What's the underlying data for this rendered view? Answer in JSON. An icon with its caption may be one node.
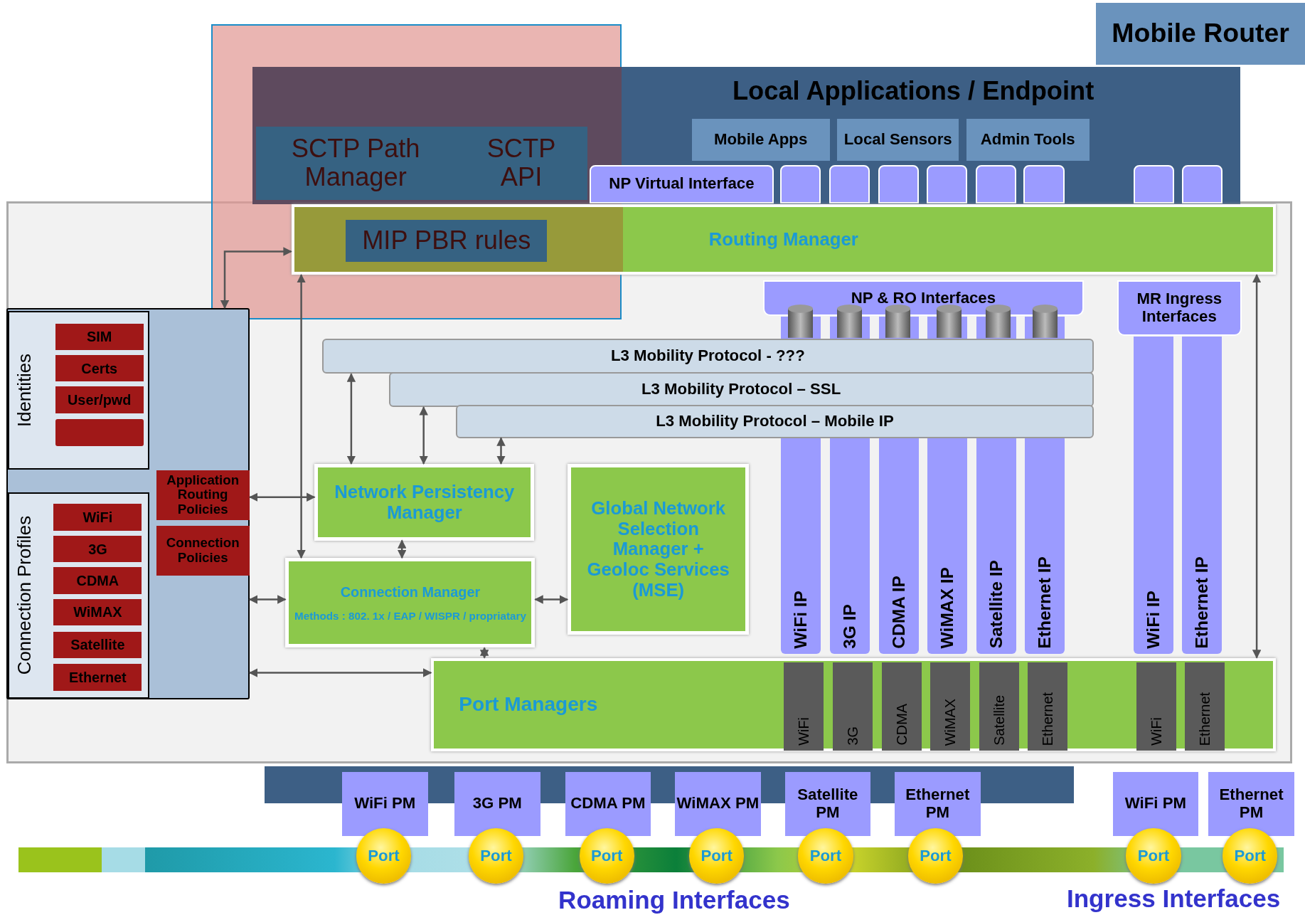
{
  "diagram": {
    "nodes": [
      {
        "text": [
          "Mobile Router"
        ]
      },
      {
        "text": [
          "Local Applications / Endpoint"
        ]
      },
      {
        "text": [
          "Mobile Apps"
        ],
        "in": 1
      },
      {
        "text": [
          "Local Sensors"
        ],
        "in": 1
      },
      {
        "text": [
          "Admin Tools"
        ],
        "in": 1
      },
      {
        "text": [
          "SCTP Path Manager",
          "SCTP API"
        ],
        "in": 1
      },
      {
        "text": [
          "NP Virtual Interface"
        ],
        "in": 1
      },
      {
        "text": [],
        "shape": "box",
        "in": 1
      },
      {
        "text": [],
        "shape": "box",
        "in": 1
      },
      {
        "text": [],
        "shape": "box",
        "in": 1
      },
      {
        "text": [],
        "shape": "box",
        "in": 1
      },
      {
        "text": [],
        "shape": "box",
        "in": 1
      },
      {
        "text": [],
        "shape": "box",
        "in": 1
      },
      {
        "text": [],
        "shape": "box",
        "in": 1
      },
      {
        "text": [],
        "shape": "box",
        "in": 1
      },
      {
        "text": [
          "Routing Manager"
        ]
      },
      {
        "text": [
          "MIP PBR rules"
        ],
        "in": 15
      },
      {
        "text": [
          "NP & RO Interfaces"
        ]
      },
      {
        "text": [
          "MR Ingress Interfaces"
        ]
      },
      {
        "text": [
          "L3 Mobility Protocol  - ???"
        ]
      },
      {
        "text": [
          "L3 Mobility Protocol – SSL"
        ]
      },
      {
        "text": [
          "L3 Mobility Protocol – Mobile IP"
        ]
      },
      {
        "text": [
          "WiFi IP"
        ]
      },
      {
        "text": [
          "3G IP"
        ]
      },
      {
        "text": [
          "CDMA IP"
        ]
      },
      {
        "text": [
          "WiMAX IP"
        ]
      },
      {
        "text": [
          "Satellite IP"
        ]
      },
      {
        "text": [
          "Ethernet IP"
        ]
      },
      {
        "text": [
          "WiFi IP"
        ]
      },
      {
        "text": [
          "Ethernet IP"
        ]
      },
      {
        "text": [
          "Network Persistency Manager"
        ]
      },
      {
        "text": [
          "Global Network Selection Manager + Geoloc Services (MSE)"
        ]
      },
      {
        "text": [
          "Connection Manager",
          "Methods : 802. 1x / EAP / WISPR / propriatary"
        ]
      },
      {
        "text": [
          "Port Managers"
        ]
      },
      {
        "text": [
          "WiFi"
        ],
        "in": 33
      },
      {
        "text": [
          "3G"
        ],
        "in": 33
      },
      {
        "text": [
          "CDMA"
        ],
        "in": 33
      },
      {
        "text": [
          "WiMAX"
        ],
        "in": 33
      },
      {
        "text": [
          "Satellite"
        ],
        "in": 33
      },
      {
        "text": [
          "Ethernet"
        ],
        "in": 33
      },
      {
        "text": [
          "WiFi"
        ],
        "in": 33
      },
      {
        "text": [
          "Ethernet"
        ],
        "in": 33
      },
      {
        "text": [],
        "shape": "box"
      },
      {
        "text": [
          "Identities"
        ],
        "in": 42
      },
      {
        "text": [
          "SIM"
        ],
        "in": 43
      },
      {
        "text": [
          "Certs"
        ],
        "in": 43
      },
      {
        "text": [
          "User/pwd"
        ],
        "in": 43
      },
      {
        "text": [],
        "shape": "box",
        "in": 43
      },
      {
        "text": [
          "Connection Profiles"
        ],
        "in": 42
      },
      {
        "text": [
          "WiFi"
        ],
        "in": 48
      },
      {
        "text": [
          "3G"
        ],
        "in": 48
      },
      {
        "text": [
          "CDMA"
        ],
        "in": 48
      },
      {
        "text": [
          "WiMAX"
        ],
        "in": 48
      },
      {
        "text": [
          "Satellite"
        ],
        "in": 48
      },
      {
        "text": [
          "Ethernet"
        ],
        "in": 48
      },
      {
        "text": [
          "Application Routing Policies"
        ],
        "in": 42
      },
      {
        "text": [
          "Connection Policies"
        ],
        "in": 42
      },
      {
        "text": [
          "WiFi PM"
        ]
      },
      {
        "text": [
          "3G PM"
        ]
      },
      {
        "text": [
          "CDMA PM"
        ]
      },
      {
        "text": [
          "WiMAX PM"
        ]
      },
      {
        "text": [
          "Satellite PM"
        ]
      },
      {
        "text": [
          "Ethernet PM"
        ]
      },
      {
        "text": [
          "WiFi PM"
        ]
      },
      {
        "text": [
          "Ethernet PM"
        ]
      },
      {
        "text": [
          "Port"
        ]
      },
      {
        "text": [
          "Port"
        ]
      },
      {
        "text": [
          "Port"
        ]
      },
      {
        "text": [
          "Port"
        ]
      },
      {
        "text": [
          "Port"
        ]
      },
      {
        "text": [
          "Port"
        ]
      },
      {
        "text": [
          "Port"
        ]
      },
      {
        "text": [
          "Port"
        ]
      },
      {
        "text": [],
        "shape": "bar"
      }
    ],
    "edges": [
      {
        "from": 42,
        "to": 15,
        "arrow": "both"
      },
      {
        "from": 15,
        "to": 32,
        "arrow": "both"
      },
      {
        "from": 19,
        "to": 30,
        "arrow": "both"
      },
      {
        "from": 20,
        "to": 30,
        "arrow": "both"
      },
      {
        "from": 21,
        "to": 30,
        "arrow": "both"
      },
      {
        "from": 42,
        "to": 30,
        "arrow": "both"
      },
      {
        "from": 30,
        "to": 32,
        "arrow": "both"
      },
      {
        "from": 42,
        "to": 32,
        "arrow": "both"
      },
      {
        "from": 32,
        "to": 31,
        "arrow": "both"
      },
      {
        "from": 32,
        "to": 33,
        "arrow": "both"
      },
      {
        "from": 42,
        "to": 33,
        "arrow": "both"
      },
      {
        "from": 15,
        "to": 33,
        "arrow": "both"
      }
    ],
    "labels": [
      "Roaming Interfaces",
      "Ingress Interfaces"
    ]
  }
}
